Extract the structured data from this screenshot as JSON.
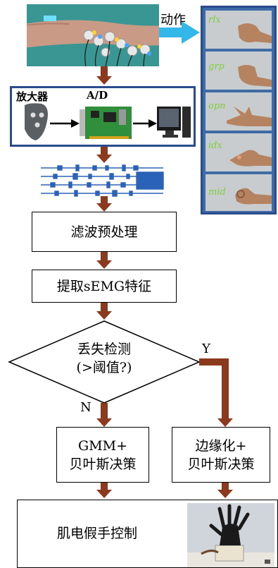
{
  "top_label": "动作",
  "gestures": [
    "rlx",
    "grp",
    "opn",
    "idx",
    "mid"
  ],
  "acq": {
    "amplifier": "放大器",
    "ad": "A/D"
  },
  "steps": {
    "filter": "滤波预处理",
    "feature": "提取sEMG特征",
    "detect_line1": "丢失检测",
    "detect_line2": "(>阈值?)",
    "yes": "Y",
    "no": "N",
    "gmm_line1": "GMM+",
    "gmm_line2": "贝叶斯决策",
    "marg_line1": "边缘化+",
    "marg_line2": "贝叶斯决策",
    "control": "肌电假手控制"
  },
  "colors": {
    "arrow": "#8b3a1e",
    "panel_border": "#2a4c8c",
    "cyan_arrow": "#33b7e8",
    "gesture_text": "#7fd13b"
  }
}
